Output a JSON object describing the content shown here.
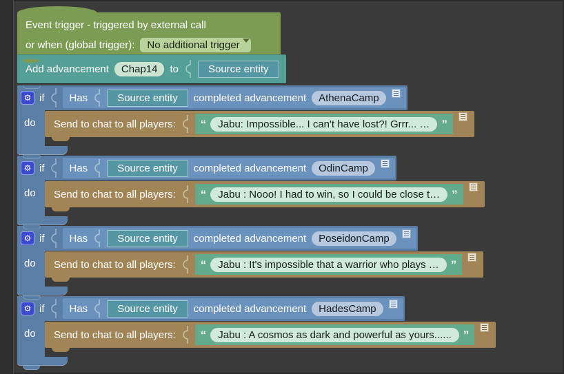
{
  "colors": {
    "workspace_bg": "#3a3a3a",
    "event_block_green": "#7d9c53",
    "advancement_block_teal": "#55a096",
    "if_block_blue": "#5b7ea6",
    "condition_block_blue": "#6b92bc",
    "chat_block_brown": "#a28556",
    "string_block_green": "#64aa8c",
    "dropdown_field_bg": "#b9d29b",
    "text_field_bg": "#cde4d2",
    "gear_badge_blue": "#3a4bd0"
  },
  "icons": {
    "gear": "⚙"
  },
  "event_block": {
    "line1": "Event trigger - triggered by external call",
    "line2_label": "or when (global trigger):",
    "dropdown_value": "No additional trigger"
  },
  "advancement_block": {
    "label_add": "Add advancement",
    "advancement_field": "Chap14",
    "label_to": "to",
    "entity": "Source entity"
  },
  "sections": [
    {
      "if_label": "if",
      "do_label": "do",
      "condition": {
        "has": "Has",
        "entity": "Source entity",
        "completed": "completed advancement",
        "advancement": "AthenaCamp"
      },
      "action": {
        "label": "Send to chat to all players:",
        "open_quote": "“",
        "message": "Jabu: Impossible... I can't have lost?! Grrr... …",
        "close_quote": "”"
      }
    },
    {
      "if_label": "if",
      "do_label": "do",
      "condition": {
        "has": "Has",
        "entity": "Source entity",
        "completed": "completed advancement",
        "advancement": "OdinCamp"
      },
      "action": {
        "label": "Send to chat to all players:",
        "open_quote": "“",
        "message": "Jabu : Nooo! I had to win, so I could be close t…",
        "close_quote": "”"
      }
    },
    {
      "if_label": "if",
      "do_label": "do",
      "condition": {
        "has": "Has",
        "entity": "Source entity",
        "completed": "completed advancement",
        "advancement": "PoseidonCamp"
      },
      "action": {
        "label": "Send to chat to all players:",
        "open_quote": "“",
        "message": "Jabu : It's impossible that a warrior who plays …",
        "close_quote": "”"
      }
    },
    {
      "if_label": "if",
      "do_label": "do",
      "condition": {
        "has": "Has",
        "entity": "Source entity",
        "completed": "completed advancement",
        "advancement": "HadesCamp"
      },
      "action": {
        "label": "Send to chat to all players:",
        "open_quote": "“",
        "message": "Jabu : A cosmos as dark and powerful as yours......",
        "close_quote": "”"
      }
    }
  ]
}
